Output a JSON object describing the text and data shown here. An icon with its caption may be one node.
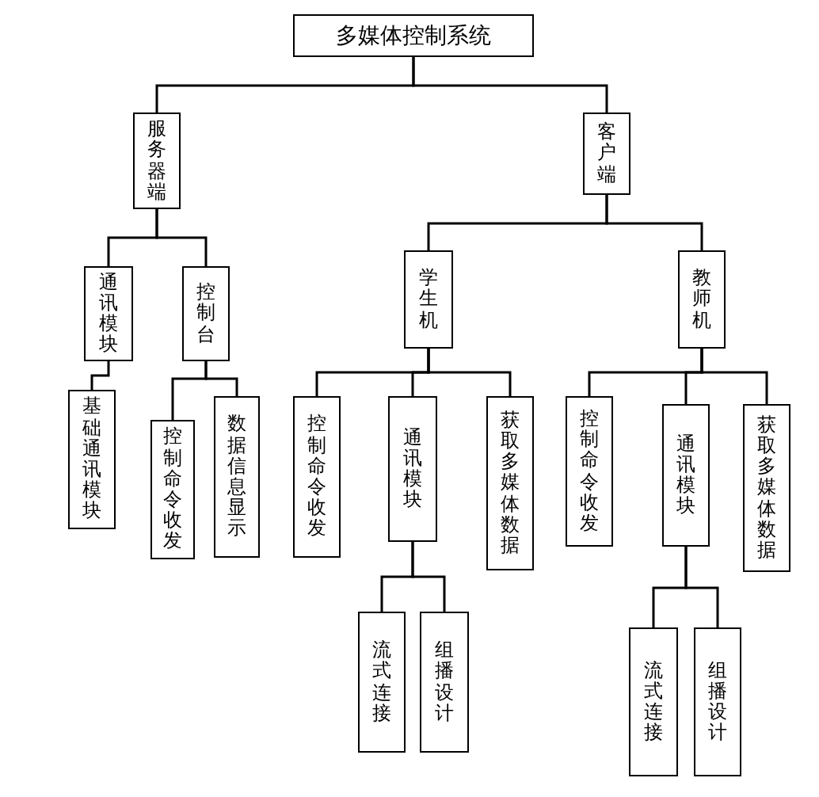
{
  "diagram": {
    "nodes": [
      {
        "text": [
          "多媒体控制系统"
        ]
      },
      {
        "text": [
          "服务器端"
        ]
      },
      {
        "text": [
          "客户端"
        ]
      },
      {
        "text": [
          "通讯模块"
        ]
      },
      {
        "text": [
          "控制台"
        ]
      },
      {
        "text": [
          "学生机"
        ]
      },
      {
        "text": [
          "教师机"
        ]
      },
      {
        "text": [
          "基础通讯模块"
        ]
      },
      {
        "text": [
          "控制命令收发"
        ]
      },
      {
        "text": [
          "数据信息显示"
        ]
      },
      {
        "text": [
          "控制命令收发"
        ]
      },
      {
        "text": [
          "通讯模块"
        ]
      },
      {
        "text": [
          "获取多媒体数据"
        ]
      },
      {
        "text": [
          "控制命令收发"
        ]
      },
      {
        "text": [
          "通讯模块"
        ]
      },
      {
        "text": [
          "获取多媒体数据"
        ]
      },
      {
        "text": [
          "流式连接"
        ]
      },
      {
        "text": [
          "组播设计"
        ]
      },
      {
        "text": [
          "流式连接"
        ]
      },
      {
        "text": [
          "组播设计"
        ]
      }
    ],
    "edges": [
      {
        "from": 0,
        "to": 1,
        "arrow": "none"
      },
      {
        "from": 0,
        "to": 2,
        "arrow": "none"
      },
      {
        "from": 1,
        "to": 3,
        "arrow": "none"
      },
      {
        "from": 1,
        "to": 4,
        "arrow": "none"
      },
      {
        "from": 2,
        "to": 5,
        "arrow": "none"
      },
      {
        "from": 2,
        "to": 6,
        "arrow": "none"
      },
      {
        "from": 3,
        "to": 7,
        "arrow": "none"
      },
      {
        "from": 4,
        "to": 8,
        "arrow": "none"
      },
      {
        "from": 4,
        "to": 9,
        "arrow": "none"
      },
      {
        "from": 5,
        "to": 10,
        "arrow": "none"
      },
      {
        "from": 5,
        "to": 11,
        "arrow": "none"
      },
      {
        "from": 5,
        "to": 12,
        "arrow": "none"
      },
      {
        "from": 6,
        "to": 13,
        "arrow": "none"
      },
      {
        "from": 6,
        "to": 14,
        "arrow": "none"
      },
      {
        "from": 6,
        "to": 15,
        "arrow": "none"
      },
      {
        "from": 11,
        "to": 16,
        "arrow": "none"
      },
      {
        "from": 11,
        "to": 17,
        "arrow": "none"
      },
      {
        "from": 14,
        "to": 18,
        "arrow": "none"
      },
      {
        "from": 14,
        "to": 19,
        "arrow": "none"
      }
    ]
  }
}
